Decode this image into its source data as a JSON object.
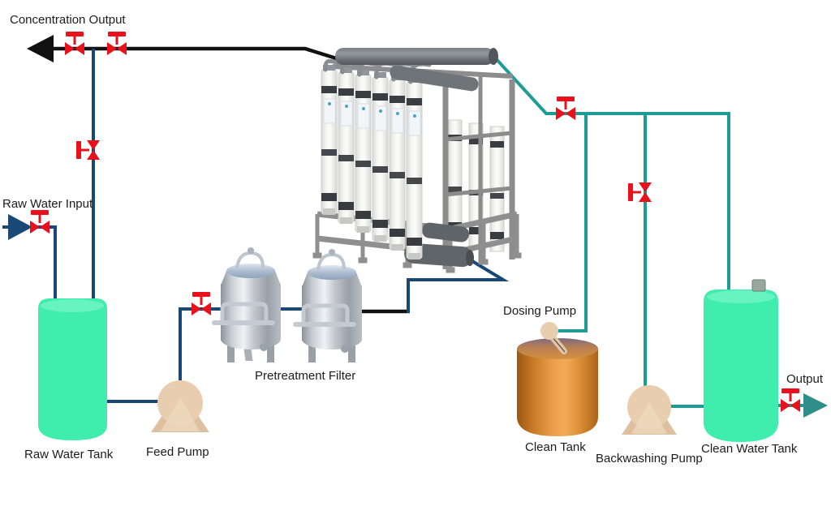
{
  "diagram": {
    "type": "process-flow",
    "subject": "ultrafiltration water treatment system"
  },
  "colors": {
    "concentrate_pipe": "#111111",
    "raw_water_pipe": "#1a4876",
    "clean_water_pipe": "#1d9c95",
    "valve_red": "#e8111c",
    "tank_green": "#3fedad",
    "tank_green_sheen": "#6cf3c4",
    "clean_tank_orange": "#d9882f",
    "pump_tan": "#e8ceae",
    "output_arrow_teal": "#2e8f8a",
    "steel_gray": "#b7bdc4",
    "frame_gray": "#8f8f8f"
  },
  "labels": {
    "concentration_output": "Concentration Output",
    "raw_water_input": "Raw Water Input",
    "raw_water_tank": "Raw Water Tank",
    "feed_pump": "Feed Pump",
    "pretreatment_filter": "Pretreatment Filter",
    "dosing_pump": "Dosing Pump",
    "clean_tank": "Clean Tank",
    "backwashing_pump": "Backwashing Pump",
    "clean_water_tank": "Clean Water Tank",
    "output": "Output"
  },
  "components": [
    {
      "id": "raw-water-tank",
      "type": "tank"
    },
    {
      "id": "feed-pump",
      "type": "pump"
    },
    {
      "id": "pretreatment-filter-1",
      "type": "filter-vessel"
    },
    {
      "id": "pretreatment-filter-2",
      "type": "filter-vessel"
    },
    {
      "id": "uf-membrane-skid",
      "type": "ultrafiltration-unit",
      "membrane_columns": 6
    },
    {
      "id": "dosing-pump",
      "type": "pump"
    },
    {
      "id": "clean-tank",
      "type": "tank"
    },
    {
      "id": "backwashing-pump",
      "type": "pump"
    },
    {
      "id": "clean-water-tank",
      "type": "tank"
    }
  ],
  "valves": {
    "count": 8
  },
  "arrows": {
    "count": 3
  }
}
